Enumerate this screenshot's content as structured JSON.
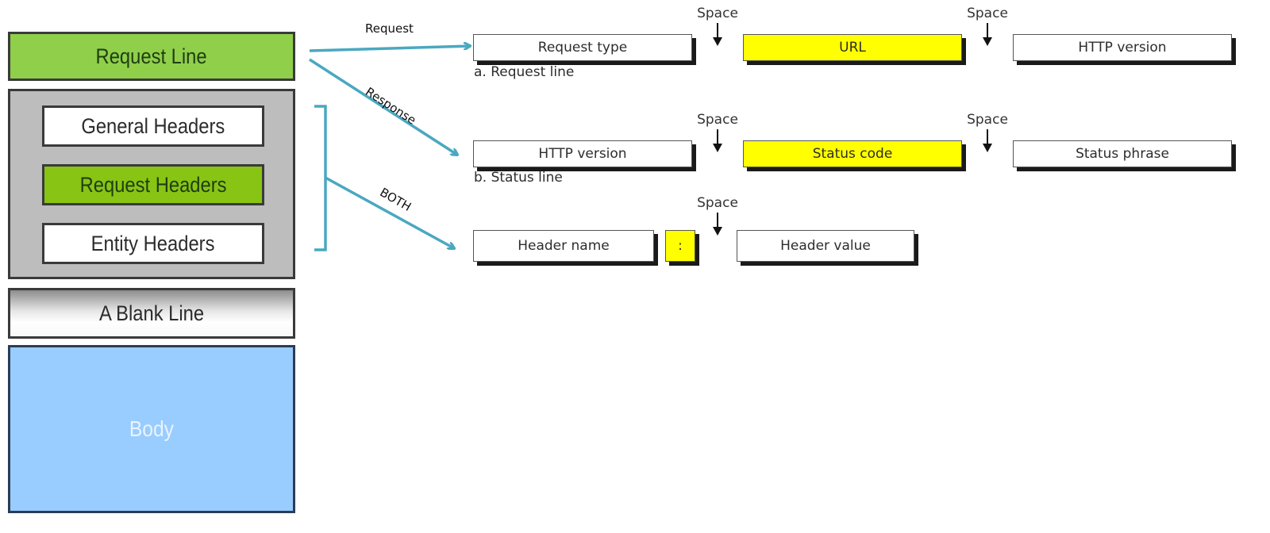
{
  "message_structure": {
    "request_line": "Request Line",
    "headers": {
      "general": "General Headers",
      "request": "Request Headers",
      "entity": "Entity Headers"
    },
    "blank_line": "A Blank Line",
    "body": "Body"
  },
  "connectors": {
    "request": "Request",
    "response": "Response",
    "both": "BOTH"
  },
  "request_line": {
    "fields": [
      "Request type",
      "URL",
      "HTTP version"
    ],
    "caption": "a. Request line",
    "separators": [
      "Space",
      "Space"
    ]
  },
  "status_line": {
    "fields": [
      "HTTP version",
      "Status code",
      "Status phrase"
    ],
    "caption": "b. Status line",
    "separators": [
      "Space",
      "Space"
    ]
  },
  "header_line": {
    "name": "Header name",
    "colon": ":",
    "separator": "Space",
    "value": "Header value"
  },
  "colors": {
    "request_line_green": "#8fcf4a",
    "request_headers_green": "#88c414",
    "headers_group_gray": "#bdbdbd",
    "body_blue": "#99ccff",
    "highlight_yellow": "#ffff00",
    "connector_teal": "#4aa8c0"
  }
}
